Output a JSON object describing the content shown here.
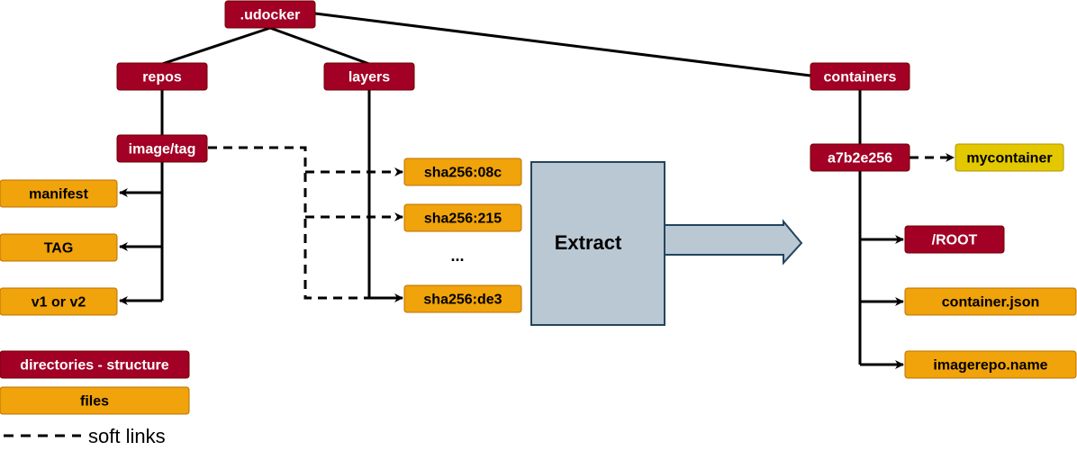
{
  "colors": {
    "directory_fill": "#a20025",
    "directory_stroke": "#6f0000",
    "file_fill": "#f0a30a",
    "file_stroke": "#bd7000",
    "link_fill": "#e3c800",
    "link_stroke": "#b09500",
    "extract_fill": "#bac8d3",
    "extract_stroke": "#23445d",
    "line": "#000000"
  },
  "nodes": {
    "udocker": ".udocker",
    "repos": "repos",
    "layers": "layers",
    "containers": "containers",
    "image_tag": "image/tag",
    "manifest": "manifest",
    "tag": "TAG",
    "v1_or_v2": "v1 or v2",
    "sha_08c": "sha256:08c",
    "sha_215": "sha256:215",
    "ellipsis": "...",
    "sha_de3": "sha256:de3",
    "container_id": "a7b2e256",
    "mycontainer": "mycontainer",
    "root": "/ROOT",
    "container_json": "container.json",
    "imagerepo_name": "imagerepo.name",
    "extract": "Extract"
  },
  "legend": {
    "directories": "directories - structure",
    "files": "files",
    "soft_links": "soft links"
  }
}
